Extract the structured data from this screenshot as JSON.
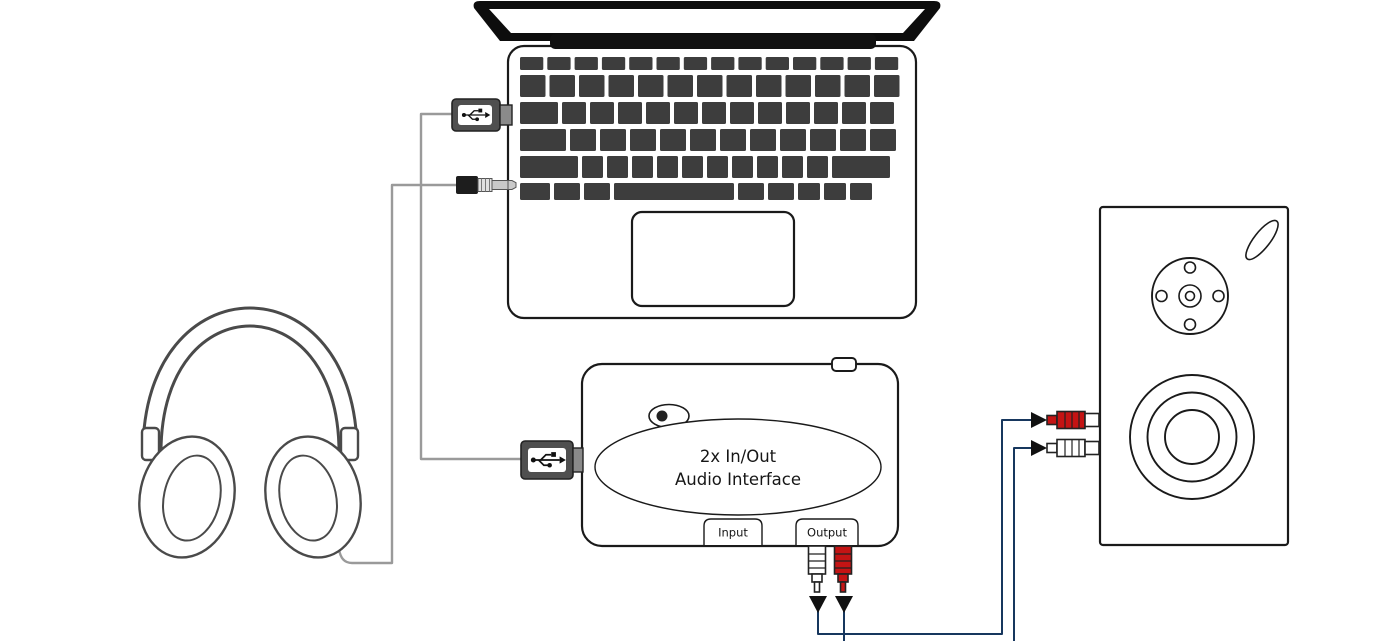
{
  "interface": {
    "line1": "2x In/Out",
    "line2": "Audio Interface",
    "input_label": "Input",
    "output_label": "Output"
  },
  "colors": {
    "outline": "#1a1a1a",
    "key-dark": "#3d3d3d",
    "cable-gray": "#9a9a9a",
    "cable-blue": "#17375e",
    "rca-red": "#c41414",
    "plug-gray": "#4f4f4f"
  },
  "icons": {
    "usb_plug": "usb-trident-icon",
    "audio_jack": "3.5mm-jack-icon",
    "flow_arrow": "black-triangle"
  }
}
